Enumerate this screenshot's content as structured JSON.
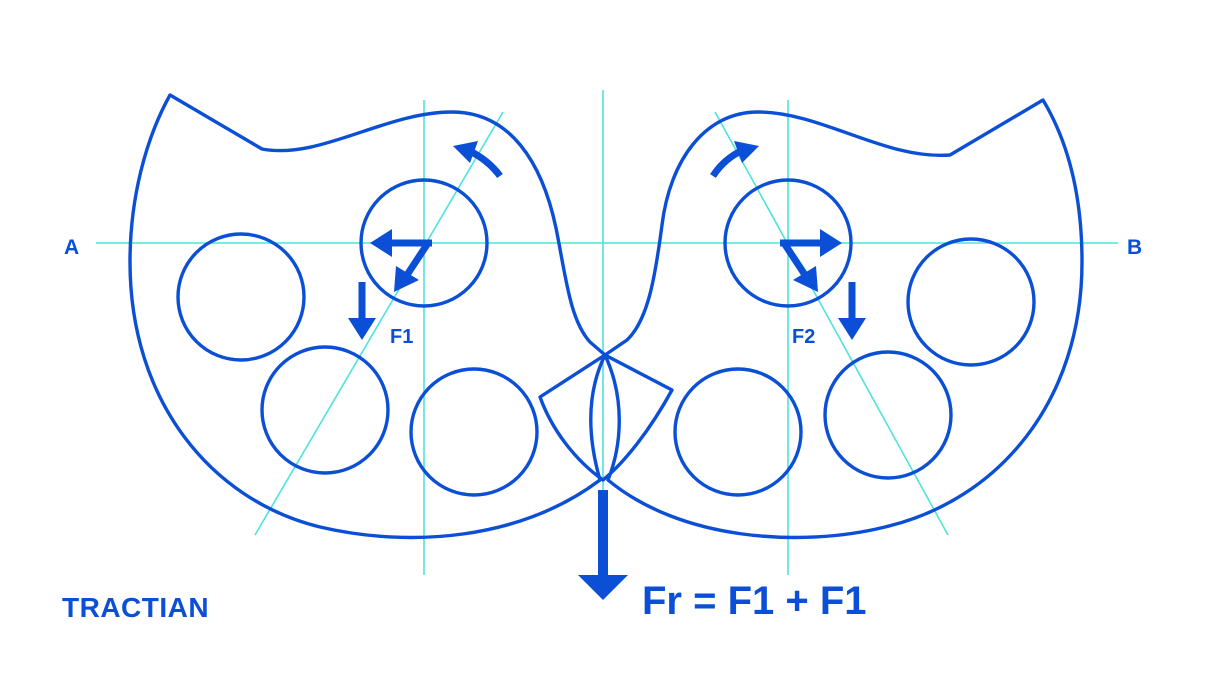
{
  "colors": {
    "primary": "#0a4fd6",
    "guide": "#4fe3de",
    "background": "#ffffff"
  },
  "labels": {
    "point_a": "A",
    "point_b": "B",
    "force_left": "F1",
    "force_right": "F2",
    "equation": "Fr = F1 + F1"
  },
  "brand": {
    "logo_text": "TRACTIAN"
  }
}
